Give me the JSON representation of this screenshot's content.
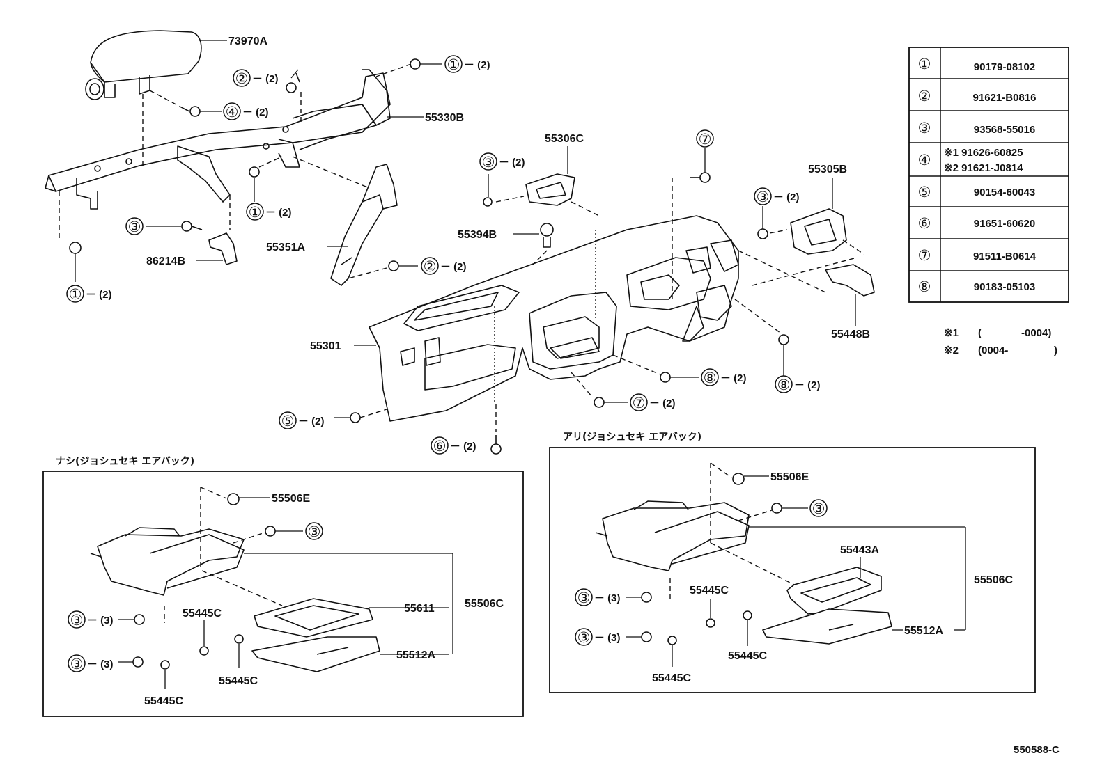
{
  "sections": {
    "without_airbag": "ナシ(ジョシュセキ エアバック)",
    "with_airbag": "アリ(ジョシュセキ エアバック)"
  },
  "figure_code": "550588-C",
  "labels": {
    "p73970A": "73970A",
    "p55330B": "55330B",
    "p55306C": "55306C",
    "p55305B": "55305B",
    "p55394B": "55394B",
    "p55351A": "55351A",
    "p86214B": "86214B",
    "p55301": "55301",
    "p55448B": "55448B",
    "l_55506E": "55506E",
    "l_55611": "55611",
    "l_55506C": "55506C",
    "l_55512A": "55512A",
    "l_55445C": "55445C",
    "r_55506E": "55506E",
    "r_55443A": "55443A",
    "r_55506C": "55506C",
    "r_55512A": "55512A",
    "r_55445C": "55445C"
  },
  "qty": {
    "q2": "－ (2)",
    "q3": "－ (3)"
  },
  "circled": {
    "c1": "①",
    "c2": "②",
    "c3": "③",
    "c4": "④",
    "c5": "⑤",
    "c6": "⑥",
    "c7": "⑦",
    "c8": "⑧"
  },
  "parts_table": [
    {
      "ref": "①",
      "part": "90179-08102"
    },
    {
      "ref": "②",
      "part": "91621-B0816"
    },
    {
      "ref": "③",
      "part": "93568-55016"
    },
    {
      "ref": "④",
      "part": "※1 91626-60825",
      "part2": "※2 91621-J0814"
    },
    {
      "ref": "⑤",
      "part": "90154-60043"
    },
    {
      "ref": "⑥",
      "part": "91651-60620"
    },
    {
      "ref": "⑦",
      "part": "91511-B0614"
    },
    {
      "ref": "⑧",
      "part": "90183-05103"
    }
  ],
  "notes": {
    "n1_mark": "※1",
    "n1_open": "(",
    "n1_val": "-0004)",
    "n2_mark": "※2",
    "n2_val": "(0004-",
    "n2_close": ")"
  }
}
